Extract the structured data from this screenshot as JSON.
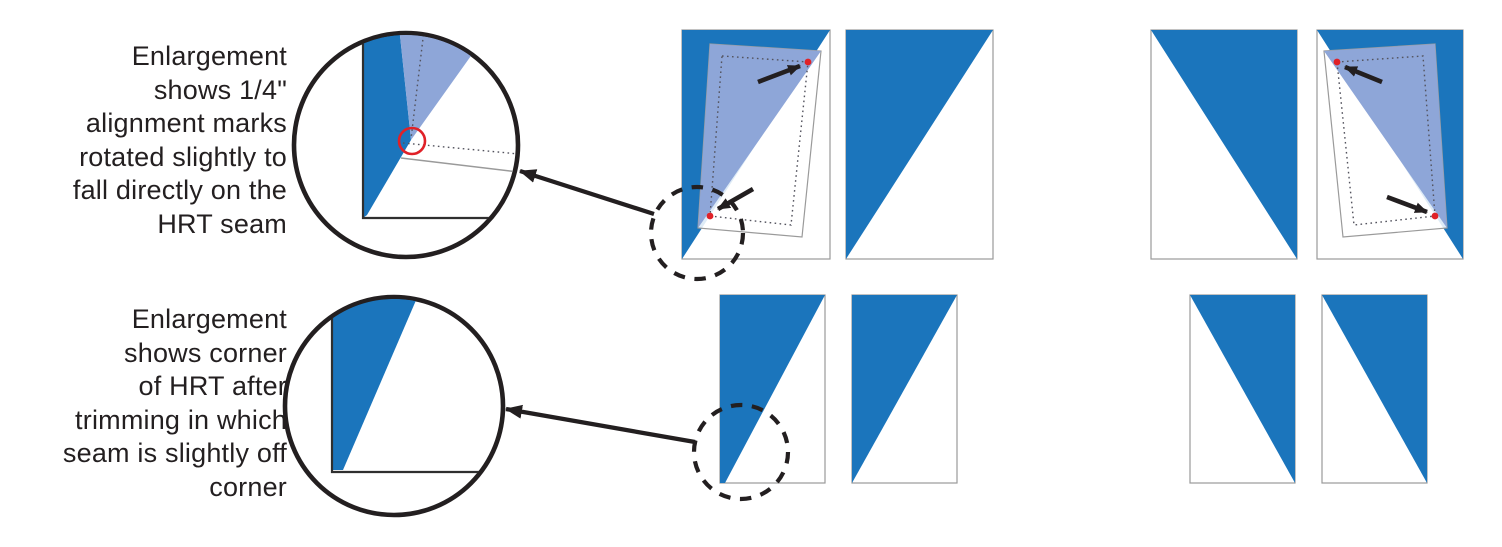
{
  "captions": {
    "top": "Enlargement\nshows 1/4\"\nalignment marks\nrotated slightly to\nfall directly on the\nHRT seam",
    "bottom": "Enlargement\nshows corner\nof HRT after\ntrimming in which\nseam is slightly off\ncorner"
  },
  "colors": {
    "hrt_blue": "#1b75bc",
    "overlay_blue": "#8ea6d8",
    "marker_red": "#e02128",
    "ink": "#231f20",
    "edge_gray": "#9a9a9a",
    "dash_gray": "#53535e"
  },
  "icons": {
    "pointer_arrow": "black-arrow",
    "highlight": "dashed-circle",
    "alignment_marker": "red-dot",
    "detail_view": "enlargement-circle"
  }
}
